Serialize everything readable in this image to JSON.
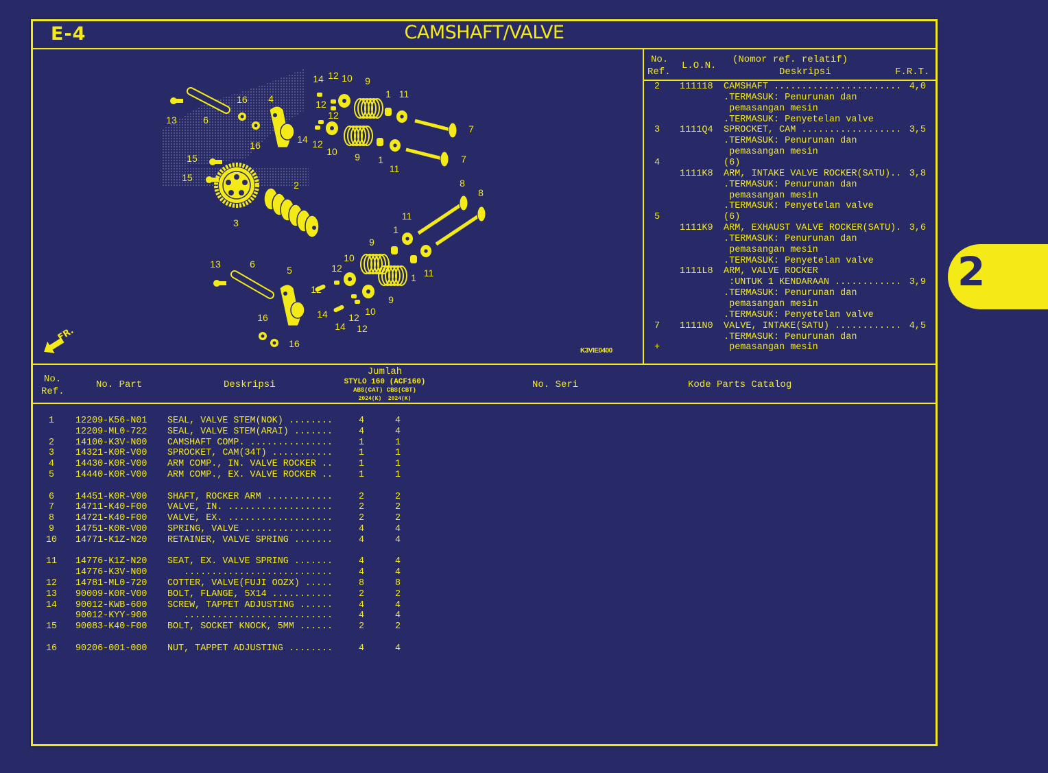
{
  "colors": {
    "background": "#282a68",
    "accent": "#f4ea17"
  },
  "header": {
    "section_code": "E-4",
    "title": "CAMSHAFT/VALVE"
  },
  "diagram": {
    "drawing_code": "K3VIE0400",
    "direction_label": "FR.",
    "direction_icon": "arrow-front-icon",
    "callouts": [
      "14",
      "12",
      "10",
      "9",
      "1",
      "11",
      "12",
      "12",
      "14",
      "12",
      "10",
      "9",
      "1",
      "11",
      "7",
      "7",
      "13",
      "6",
      "16",
      "4",
      "16",
      "15",
      "15",
      "2",
      "3",
      "8",
      "8",
      "11",
      "1",
      "9",
      "10",
      "12",
      "12",
      "13",
      "6",
      "5",
      "16",
      "14",
      "12",
      "10",
      "9",
      "1",
      "11",
      "14",
      "12",
      "16"
    ]
  },
  "labor_panel": {
    "headers": {
      "ref_line1": "No.",
      "ref_line2": "Ref.",
      "lon": "L.O.N.",
      "desc_line1": "(Nomor ref. relatif)",
      "desc_line2": "Deskripsi",
      "frt": "F.R.T."
    },
    "lines": [
      {
        "ref": "2",
        "lon": "111118",
        "desc": "CAMSHAFT ........................",
        "frt": "4,0"
      },
      {
        "desc": ".TERMASUK: Penurunan dan"
      },
      {
        "desc": " pemasangan mesin"
      },
      {
        "desc": ".TERMASUK: Penyetelan valve"
      },
      {
        "ref": "3",
        "lon": "1111Q4",
        "desc": "SPROCKET, CAM ..................",
        "frt": "3,5"
      },
      {
        "desc": ".TERMASUK: Penurunan dan"
      },
      {
        "desc": " pemasangan mesin"
      },
      {
        "ref": "4",
        "desc": "(6)"
      },
      {
        "lon": "1111K8",
        "desc": "ARM, INTAKE VALVE ROCKER(SATU)..",
        "frt": "3,8"
      },
      {
        "desc": ".TERMASUK: Penurunan dan"
      },
      {
        "desc": " pemasangan mesin"
      },
      {
        "desc": ".TERMASUK: Penyetelan valve"
      },
      {
        "ref": "5",
        "desc": "(6)"
      },
      {
        "lon": "1111K9",
        "desc": "ARM, EXHAUST VALVE ROCKER(SATU).",
        "frt": "3,6"
      },
      {
        "desc": ".TERMASUK: Penurunan dan"
      },
      {
        "desc": " pemasangan mesin"
      },
      {
        "desc": ".TERMASUK: Penyetelan valve"
      },
      {
        "lon": "1111L8",
        "desc": "ARM, VALVE ROCKER"
      },
      {
        "desc": " :UNTUK 1 KENDARAAN .............",
        "frt": "3,9"
      },
      {
        "desc": ".TERMASUK: Penurunan dan"
      },
      {
        "desc": " pemasangan mesin"
      },
      {
        "desc": ".TERMASUK: Penyetelan valve"
      },
      {
        "ref": "7",
        "lon": "1111N0",
        "desc": "VALVE, INTAKE(SATU) ............",
        "frt": "4,5"
      },
      {
        "desc": ".TERMASUK: Penurunan dan"
      },
      {
        "ref": "+",
        "desc": " pemasangan mesin"
      }
    ]
  },
  "parts_table": {
    "headers": {
      "ref_line1": "No.",
      "ref_line2": "Ref.",
      "part_no": "No. Part",
      "desc": "Deskripsi",
      "qty": "Jumlah",
      "model": "STYLO 160 (ACF160)",
      "variants": "ABS(CAT) CBS(CBT)",
      "years": "2024(K)  2024(K)",
      "serial": "No. Seri",
      "catalog_code": "Kode Parts Catalog"
    },
    "groups": [
      [
        {
          "ref": "1",
          "part": "12209-K56-N01",
          "desc": "SEAL, VALVE STEM(NOK) .........",
          "q1": "4",
          "q2": "4"
        },
        {
          "ref": "",
          "part": "12209-ML0-722",
          "desc": "SEAL, VALVE STEM(ARAI) ........",
          "q1": "4",
          "q2": "4"
        },
        {
          "ref": "2",
          "part": "14100-K3V-N00",
          "desc": "CAMSHAFT COMP. ................",
          "q1": "1",
          "q2": "1"
        },
        {
          "ref": "3",
          "part": "14321-K0R-V00",
          "desc": "SPROCKET, CAM(34T) ............",
          "q1": "1",
          "q2": "1"
        },
        {
          "ref": "4",
          "part": "14430-K0R-V00",
          "desc": "ARM COMP., IN. VALVE ROCKER ...",
          "q1": "1",
          "q2": "1"
        },
        {
          "ref": "5",
          "part": "14440-K0R-V00",
          "desc": "ARM COMP., EX. VALVE ROCKER ...",
          "q1": "1",
          "q2": "1"
        }
      ],
      [
        {
          "ref": "6",
          "part": "14451-K0R-V00",
          "desc": "SHAFT, ROCKER ARM .............",
          "q1": "2",
          "q2": "2"
        },
        {
          "ref": "7",
          "part": "14711-K40-F00",
          "desc": "VALVE, IN. ....................",
          "q1": "2",
          "q2": "2"
        },
        {
          "ref": "8",
          "part": "14721-K40-F00",
          "desc": "VALVE, EX. ....................",
          "q1": "2",
          "q2": "2"
        },
        {
          "ref": "9",
          "part": "14751-K0R-V00",
          "desc": "SPRING, VALVE .................",
          "q1": "4",
          "q2": "4"
        },
        {
          "ref": "10",
          "part": "14771-K1Z-N20",
          "desc": "RETAINER, VALVE SPRING ........",
          "q1": "4",
          "q2": "4"
        }
      ],
      [
        {
          "ref": "11",
          "part": "14776-K1Z-N20",
          "desc": "SEAT, EX. VALVE SPRING ........",
          "q1": "4",
          "q2": "4"
        },
        {
          "ref": "",
          "part": "14776-K3V-N00",
          "desc": "   ...........................",
          "q1": "4",
          "q2": "4"
        },
        {
          "ref": "12",
          "part": "14781-ML0-720",
          "desc": "COTTER, VALVE(FUJI OOZX) ......",
          "q1": "8",
          "q2": "8"
        },
        {
          "ref": "13",
          "part": "90009-K0R-V00",
          "desc": "BOLT, FLANGE, 5X14 ............",
          "q1": "2",
          "q2": "2"
        },
        {
          "ref": "14",
          "part": "90012-KWB-600",
          "desc": "SCREW, TAPPET ADJUSTING .......",
          "q1": "4",
          "q2": "4"
        },
        {
          "ref": "",
          "part": "90012-KYY-900",
          "desc": "   ...........................",
          "q1": "4",
          "q2": "4"
        },
        {
          "ref": "15",
          "part": "90083-K40-F00",
          "desc": "BOLT, SOCKET KNOCK, 5MM .......",
          "q1": "2",
          "q2": "2"
        }
      ],
      [
        {
          "ref": "16",
          "part": "90206-001-000",
          "desc": "NUT, TAPPET ADJUSTING .........",
          "q1": "4",
          "q2": "4"
        }
      ]
    ]
  },
  "side_tab": {
    "label": "2"
  }
}
